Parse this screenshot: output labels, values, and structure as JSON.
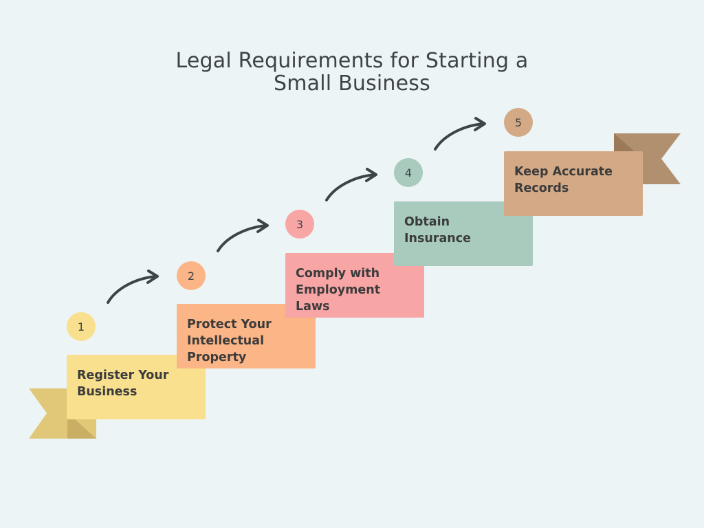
{
  "title": {
    "line1": "Legal Requirements for Starting a",
    "line2": "Small Business"
  },
  "steps": [
    {
      "number": "1",
      "label_lines": [
        "Register Your",
        "Business"
      ],
      "color": "#f8e08e",
      "dark": "#e0c878",
      "number_color": "#f8e08e"
    },
    {
      "number": "2",
      "label_lines": [
        "Protect Your",
        "Intellectual",
        "Property"
      ],
      "color": "#fbb587",
      "dark": "#d98f78",
      "number_color": "#fbb587"
    },
    {
      "number": "3",
      "label_lines": [
        "Comply with",
        "Employment",
        "Laws"
      ],
      "color": "#f8a5a5",
      "dark": "#d98c8f",
      "number_color": "#f8a5a5"
    },
    {
      "number": "4",
      "label_lines": [
        "Obtain",
        "Insurance"
      ],
      "color": "#a8cbbe",
      "dark": "#8fb0a4",
      "number_color": "#a8cbbe"
    },
    {
      "number": "5",
      "label_lines": [
        "Keep Accurate",
        "Records"
      ],
      "color": "#d4aa86",
      "dark": "#a5825f",
      "number_color": "#d4aa86"
    }
  ],
  "colors": {
    "background": "#ecf4f5",
    "arrow": "#3d4446",
    "text": "#3b3b3b"
  }
}
